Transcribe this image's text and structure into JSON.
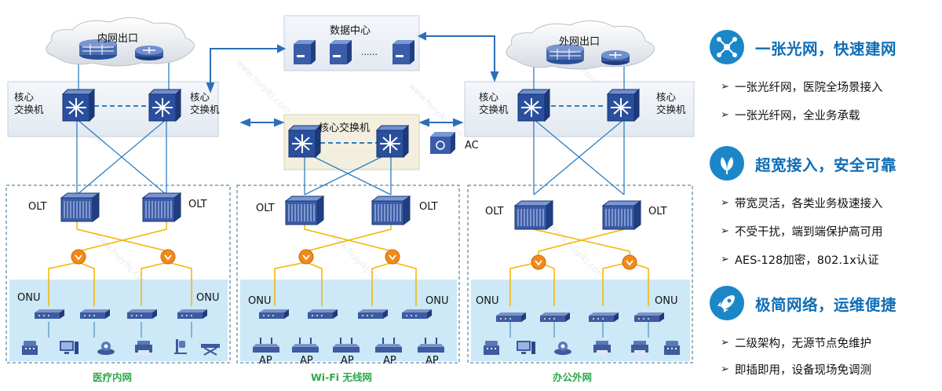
{
  "diagram": {
    "internal_exit": "内网出口",
    "external_exit": "外网出口",
    "datacenter": "数据中心",
    "datacenter_dots": "......",
    "core_switch": "核心交换机",
    "core_left_a": "核心\n交换机",
    "core_label_top": "核心",
    "core_label_bottom": "交换机",
    "ac": "AC",
    "olt": "OLT",
    "onu": "ONU",
    "ap": "AP",
    "zones": {
      "medical": "医疗内网",
      "wifi": "Wi-Fi 无线网",
      "office": "办公外网"
    }
  },
  "panel": {
    "sections": [
      {
        "icon": "network-hub-icon",
        "title": "一张光网，快速建网",
        "bullets": [
          "一张光纤网，医院全场景接入",
          "一张光纤网，全业务承载"
        ]
      },
      {
        "icon": "leaf-icon",
        "title": "超宽接入，安全可靠",
        "bullets": [
          "带宽灵活，各类业务极速接入",
          "不受干扰，端到端保护高可用",
          "AES-128加密，802.1x认证"
        ]
      },
      {
        "icon": "rocket-icon",
        "title": "极简网络，运维便捷",
        "bullets": [
          "二级架构，无源节点免维护",
          "即插即用，设备现场免调测"
        ]
      }
    ]
  },
  "colors": {
    "accent": "#0f6db5",
    "icon_bg": "#1b87c9",
    "fiber": "#f2b600",
    "splitter": "#f08a1c",
    "zone_bg": "#cde8f6",
    "link_blue": "#2f7fc0",
    "zone_green": "#2da84a"
  }
}
